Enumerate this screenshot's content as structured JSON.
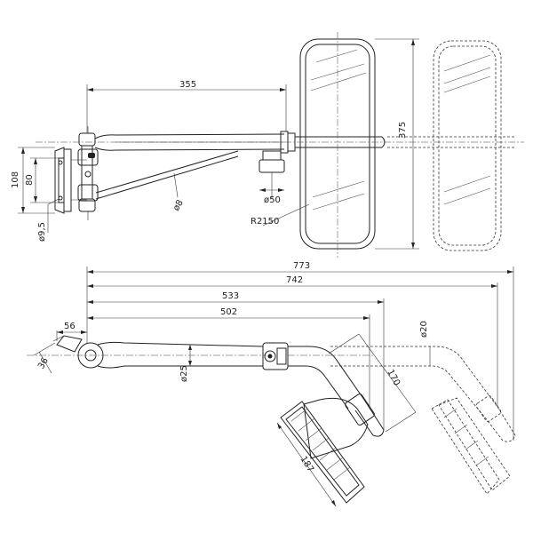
{
  "drawing": {
    "top_view": {
      "dim_arm_length": "355",
      "dim_mirror_height": "375",
      "dim_bracket_height": "108",
      "dim_bracket_inner": "80",
      "dim_bolt_diameter": "ø9,5",
      "dim_rod_diameter": "ø8",
      "dim_clamp_diameter": "ø50",
      "dim_glass_radius": "R2150"
    },
    "side_view": {
      "dim_total": "773",
      "dim_742": "742",
      "dim_533": "533",
      "dim_502": "502",
      "dim_offset": "56",
      "dim_pivot": "36",
      "dim_tube_diameter": "ø25",
      "dim_tip_diameter": "ø20",
      "dim_bend": "170",
      "dim_head_width": "187"
    }
  }
}
